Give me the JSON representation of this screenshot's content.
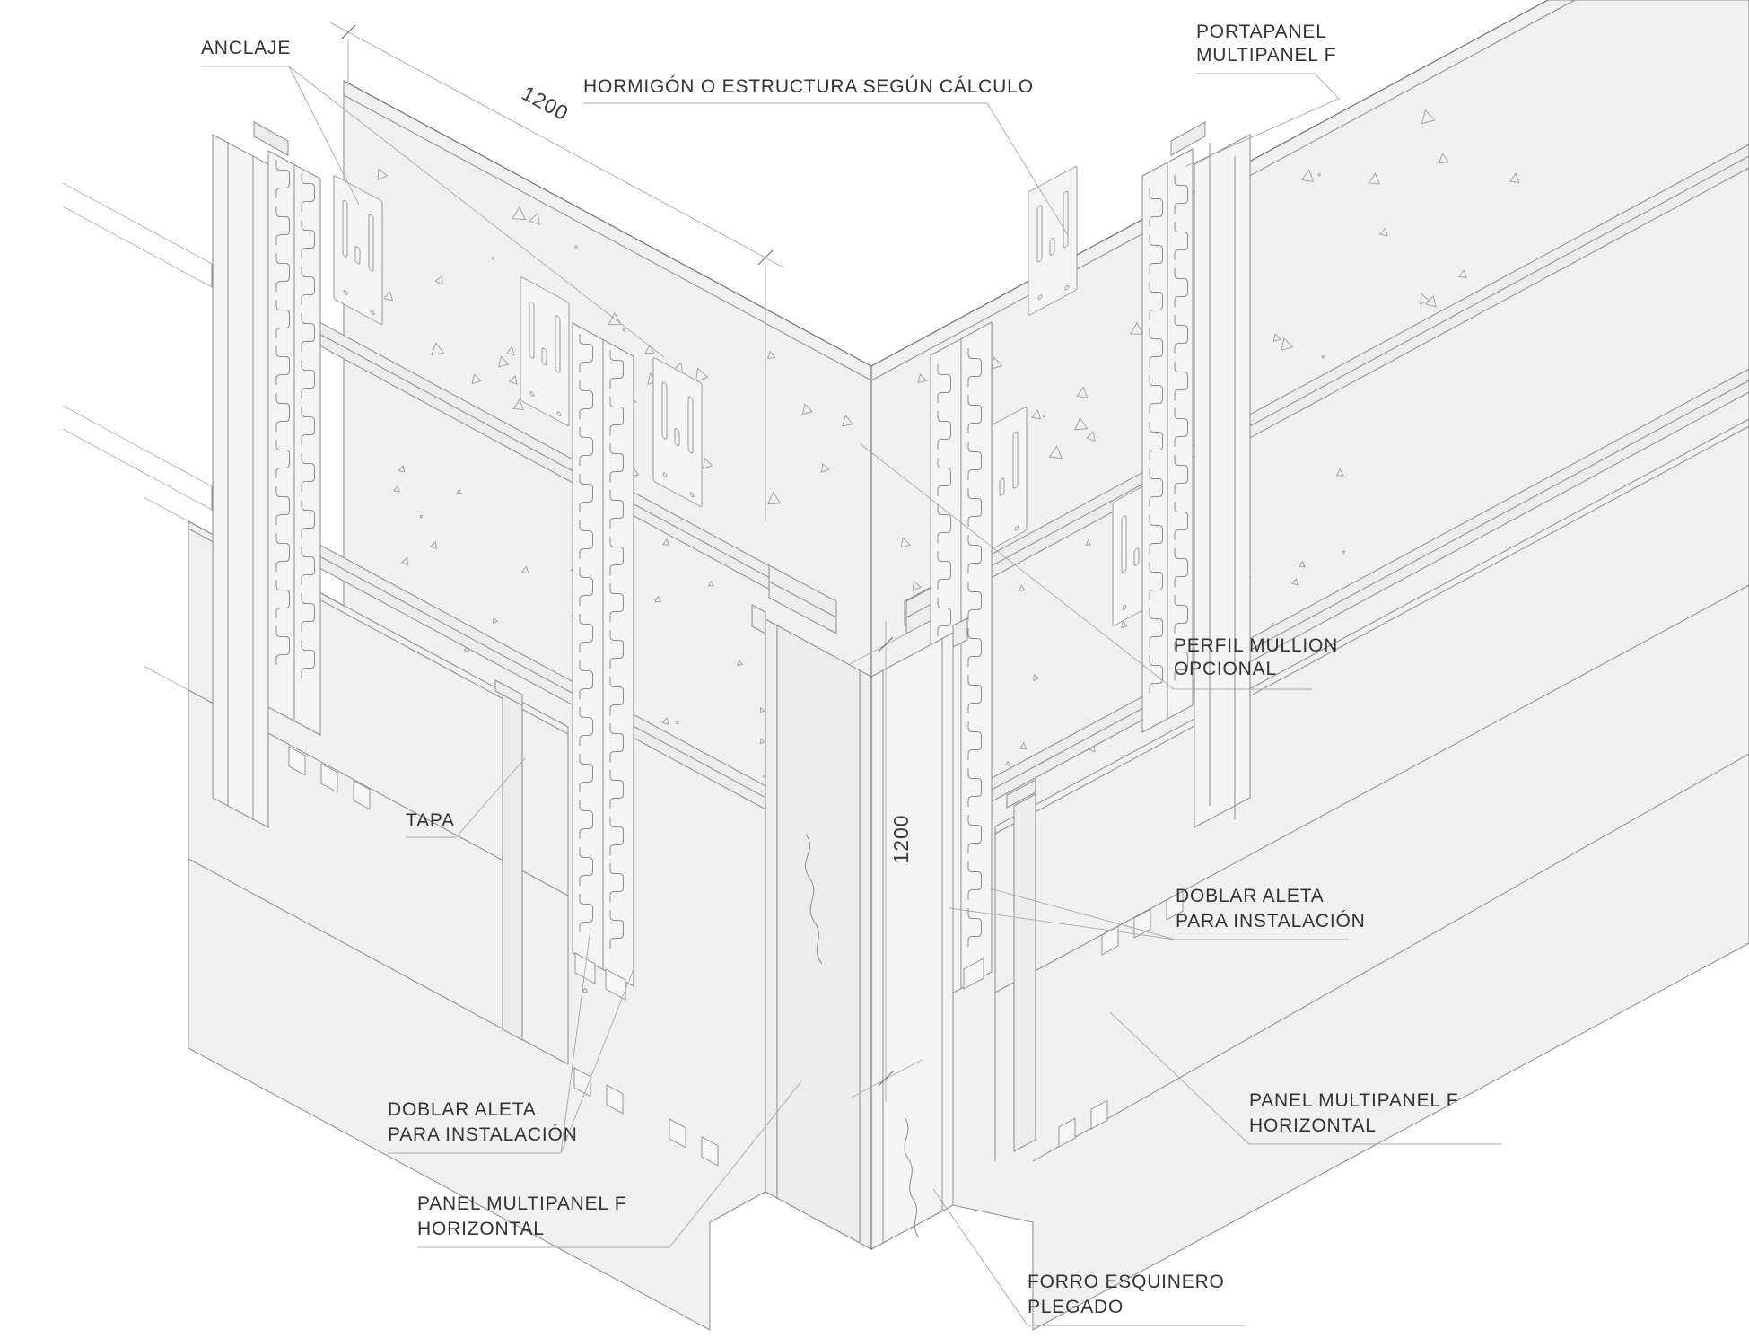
{
  "drawing": {
    "labels": {
      "anclaje": "ANCLAJE",
      "hormigon": "HORMIGÓN O ESTRUCTURA SEGÚN CÁLCULO",
      "portapanel_1": "PORTAPANEL",
      "portapanel_2": "MULTIPANEL F",
      "perfil_1": "PERFIL MULLION",
      "perfil_2": "OPCIONAL",
      "tapa": "TAPA",
      "doblar_1": "DOBLAR ALETA",
      "doblar_2": "PARA INSTALACIÓN",
      "panel_1": "PANEL MULTIPANEL F",
      "panel_2": "HORIZONTAL",
      "forro_1": "FORRO ESQUINERO",
      "forro_2": "PLEGADO"
    },
    "dimensions": {
      "width_top": "1200",
      "height_corner": "1200"
    },
    "colors": {
      "background": "#ffffff",
      "panel_fill": "#f0f0f0",
      "panel_fill_alt": "#ececec",
      "line": "#8c8c8c",
      "line_dark": "#777777",
      "line_light": "#ababab",
      "leader": "#a8a8a8",
      "text": "#333333"
    }
  }
}
